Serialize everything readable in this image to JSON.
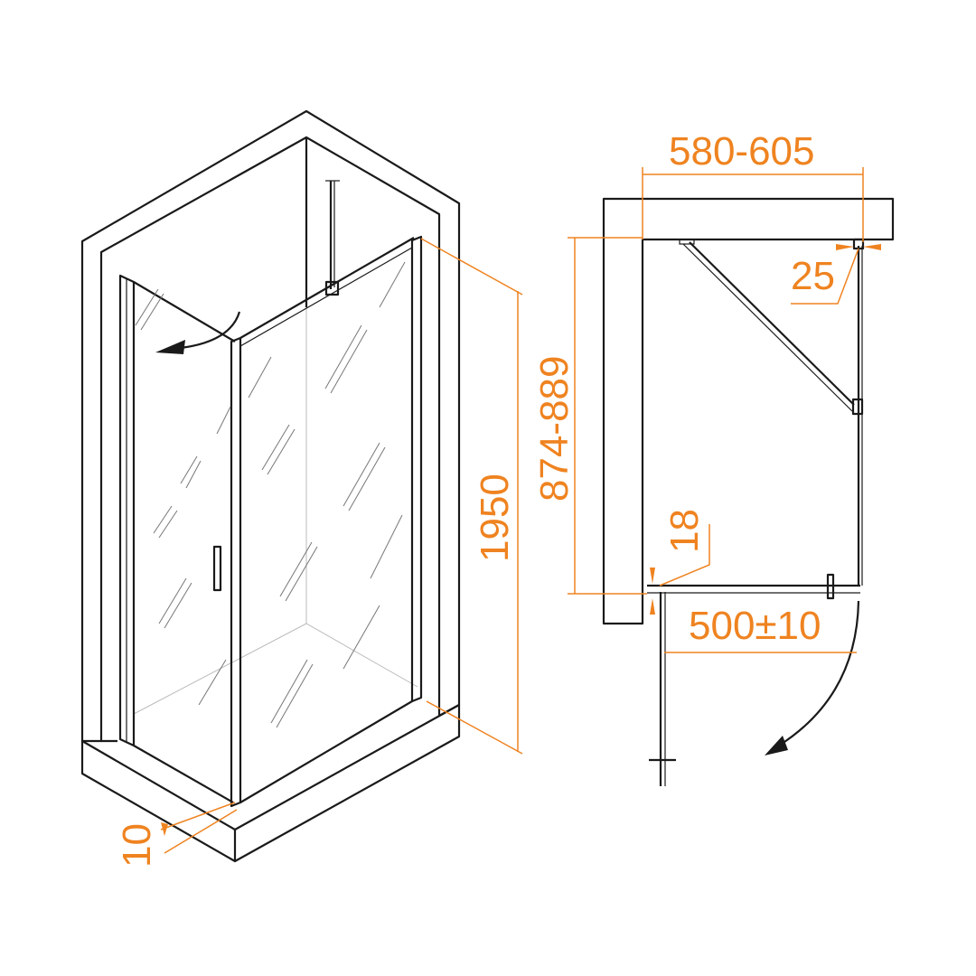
{
  "colors": {
    "dimension": "#ef8320",
    "line": "#1a1a1a"
  },
  "dimensions": {
    "height": "1950",
    "profile_gap": "10",
    "side_width": "580-605",
    "front_width": "874-889",
    "profile_side": "25",
    "profile_front": "18",
    "door_opening": "500±10"
  }
}
